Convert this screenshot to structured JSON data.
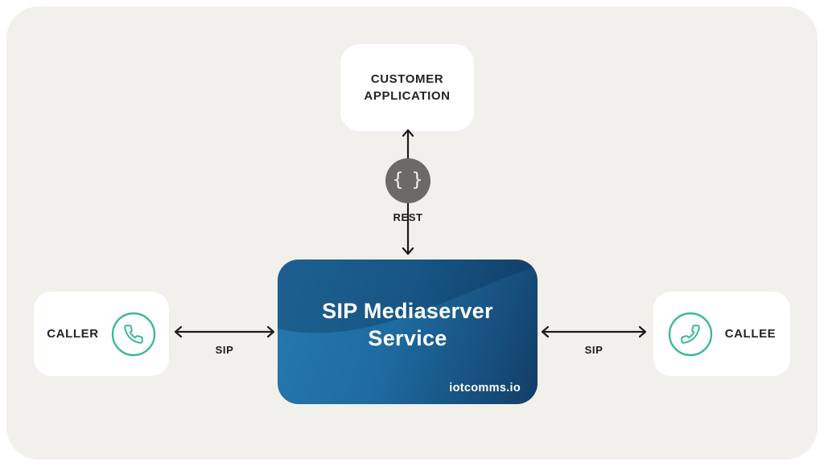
{
  "panel": {
    "background": "#f1f0ea"
  },
  "colors": {
    "accent_teal": "#3cb99a",
    "arrow": "#1e1c1a",
    "text_dark": "#262321",
    "circle_gray": "#6b6a67",
    "mediaserver_blue_light": "#2579ae",
    "mediaserver_blue_dark": "#123e67"
  },
  "nodes": {
    "customer_application": {
      "line1": "CUSTOMER",
      "line2": "APPLICATION"
    },
    "rest_gateway": {
      "icon_glyph": "{ }"
    },
    "mediaserver": {
      "title_line1": "SIP Mediaserver",
      "title_line2": "Service",
      "brand": "iotcomms.io"
    },
    "caller": {
      "label": "CALLER"
    },
    "callee": {
      "label": "CALLEE"
    }
  },
  "edges": {
    "rest_link": {
      "label": "REST"
    },
    "sip_left": {
      "label": "SIP"
    },
    "sip_right": {
      "label": "SIP"
    }
  }
}
